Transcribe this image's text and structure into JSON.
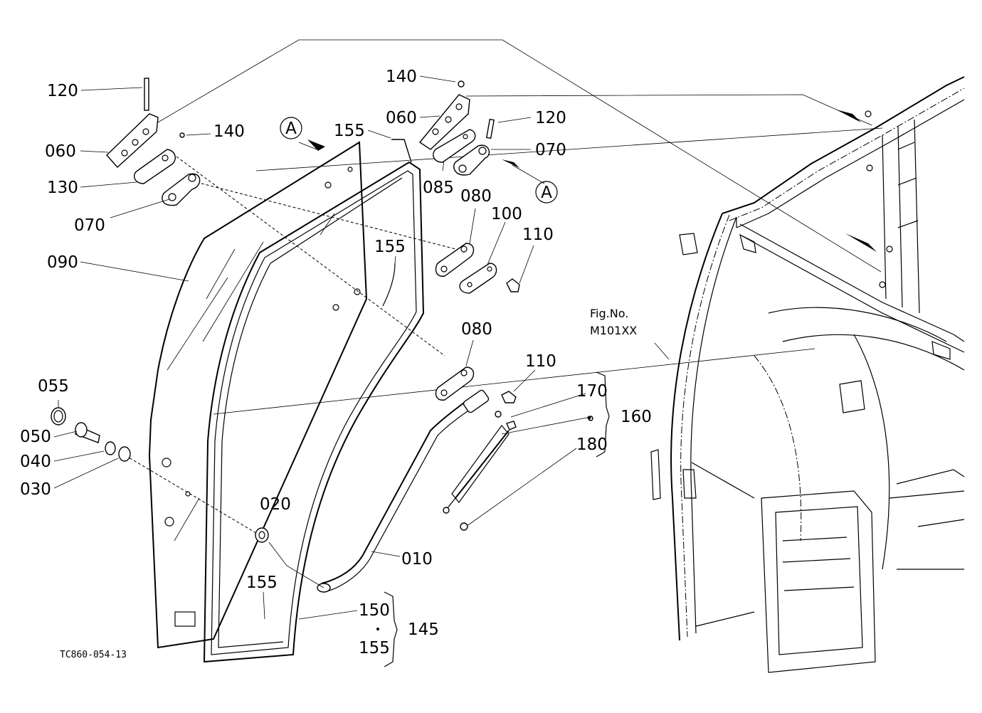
{
  "callouts": {
    "c120a": "120",
    "c140a": "140",
    "c060a": "060",
    "c130": "130",
    "c070a": "070",
    "c090": "090",
    "c155a": "155",
    "c140b": "140",
    "c060b": "060",
    "c120b": "120",
    "c070b": "070",
    "c085": "085",
    "c080a": "080",
    "c100": "100",
    "c110a": "110",
    "c155b": "155",
    "c080b": "080",
    "c110b": "110",
    "c170": "170",
    "c160": "160",
    "c180": "180",
    "c055": "055",
    "c050": "050",
    "c040": "040",
    "c030": "030",
    "c020": "020",
    "c010": "010",
    "c155c": "155",
    "c150": "150",
    "c145": "145",
    "c155d": "155"
  },
  "refs": {
    "a1": "A",
    "a2": "A"
  },
  "fig": {
    "line1": "Fig.No.",
    "line2": "M101XX"
  },
  "drawing_code": "TC860-054-13"
}
